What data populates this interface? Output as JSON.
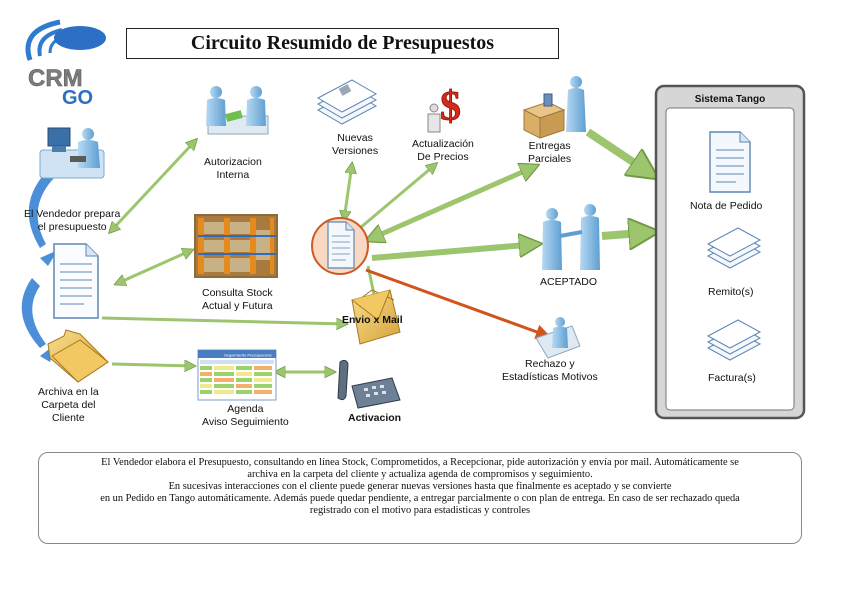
{
  "logo": {
    "line1": "CRM",
    "line2": "GO"
  },
  "title": "Circuito Resumido de Presupuestos",
  "labels": {
    "vendedor_1": "El Vendedor prepara",
    "vendedor_2": "el presupuesto",
    "autorizacion_1": "Autorizacion",
    "autorizacion_2": "Interna",
    "nuevas_1": "Nuevas",
    "nuevas_2": "Versiones",
    "actualizacion_1": "Actualización",
    "actualizacion_2": "De Precios",
    "entregas_1": "Entregas",
    "entregas_2": "Parciales",
    "consulta_1": "Consulta Stock",
    "consulta_2": "Actual y Futura",
    "aceptado": "ACEPTADO",
    "envio": "Envio x Mail",
    "rechazo_1": "Rechazo y",
    "rechazo_2": "Estadísticas Motivos",
    "archiva_1": "Archiva en la",
    "archiva_2": "Carpeta del",
    "archiva_3": "Cliente",
    "agenda_1": "Agenda",
    "agenda_2": "Aviso Seguimiento",
    "activacion": "Activacion",
    "agenda_window_title": "Seguimiento Presupuestos"
  },
  "sistema_tango": {
    "title": "Sistema Tango",
    "nota": "Nota de Pedido",
    "remito": "Remito(s)",
    "factura": "Factura(s)"
  },
  "description": [
    "El Vendedor elabora el Presupuesto, consultando en línea Stock, Comprometidos, a Recepcionar, pide autorización y envía por mail. Automáticamente se",
    "archiva en la carpeta del cliente y actualiza agenda de compromisos y seguimiento.",
    "En sucesivas interacciones con el cliente puede generar nuevas versiones hasta que finalmente es aceptado y se convierte",
    "en un Pedido en Tango automáticamente. Además puede quedar pendiente, a entregar parcialmente o con plan de entrega. En caso de ser rechazado queda",
    "registrado con el motivo para estadisticas y controles"
  ],
  "colors": {
    "blue_arrow": "#4a8fd8",
    "green_arrow": "#9cc56e",
    "orange_arrow": "#d0541b",
    "person": "#8fc0e8",
    "tango_border": "#555555"
  }
}
